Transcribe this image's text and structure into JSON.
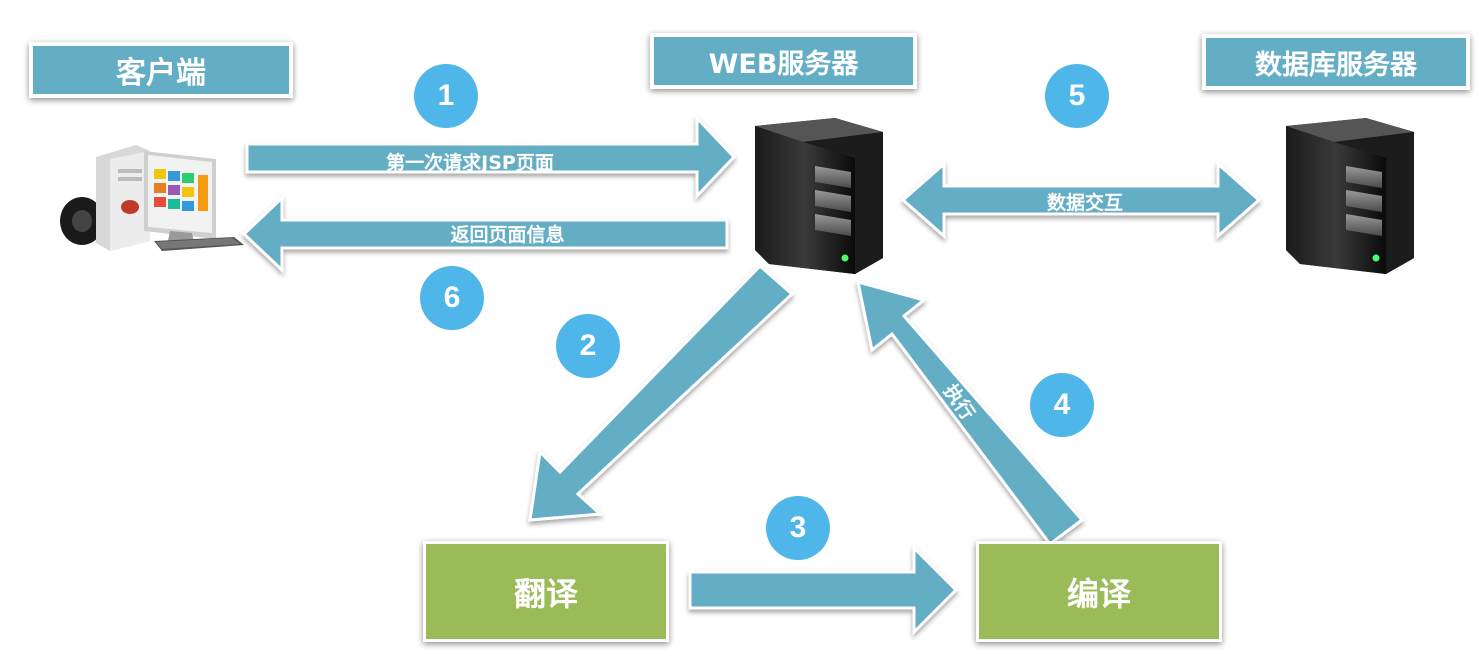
{
  "labels": {
    "client": "客户端",
    "web_server": "WEB服务器",
    "db_server": "数据库服务器"
  },
  "steps": {
    "translate": "翻译",
    "compile": "编译"
  },
  "arrows": {
    "first_request": "第一次请求JSP页面",
    "return_page": "返回页面信息",
    "data_exchange": "数据交互",
    "execute": "执行"
  },
  "badges": [
    "1",
    "2",
    "3",
    "4",
    "5",
    "6"
  ],
  "colors": {
    "arrow": "#64aec5",
    "badge": "#4fb6ea",
    "box": "#9bbb59",
    "label_bg": "#64aec5"
  },
  "icons": {
    "client": "desktop-computer-icon",
    "web_server": "server-tower-icon",
    "db_server": "server-tower-icon"
  }
}
